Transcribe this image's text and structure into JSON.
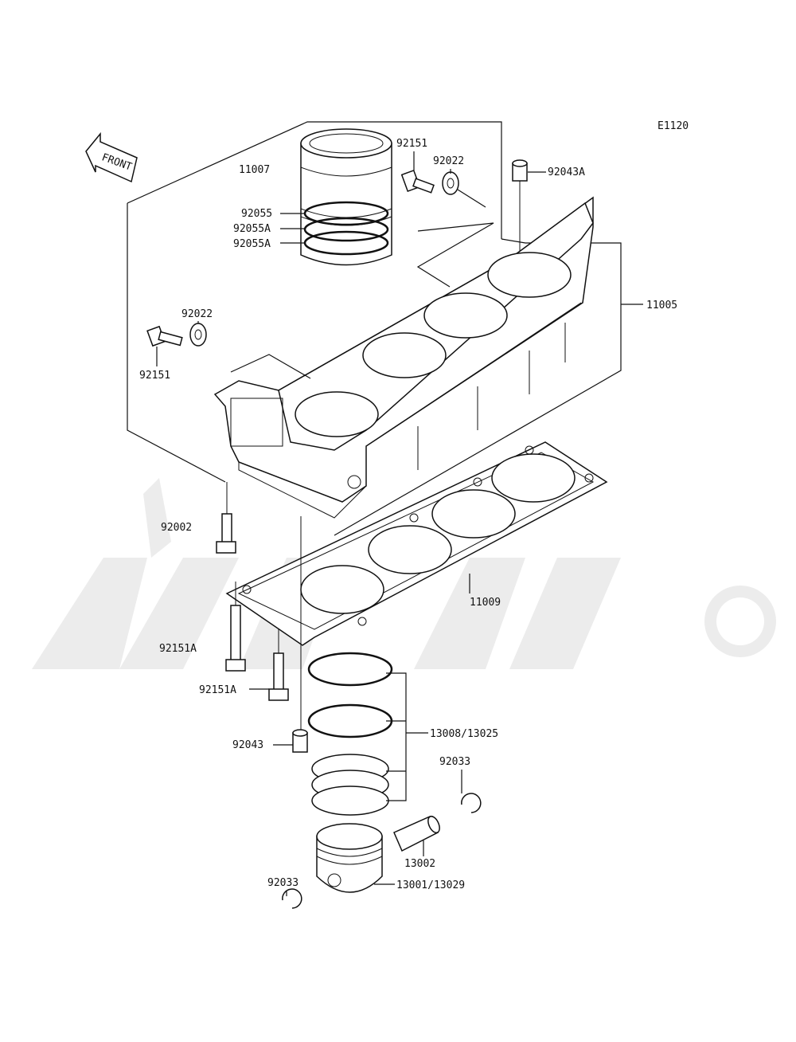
{
  "diagram": {
    "code": "E1120",
    "front_label": "FRONT"
  },
  "labels": {
    "cylinder_liner": "11007",
    "bolt_top": "92151",
    "washer_top": "92022",
    "dowel_top": "92043A",
    "cylinder_block": "11005",
    "ring_a": "92055",
    "ring_b": "92055A",
    "ring_c": "92055A",
    "washer_left": "92022",
    "bolt_left": "92151",
    "stud": "92002",
    "gasket": "11009",
    "bolt_a": "92151A",
    "bolt_b": "92151A",
    "piston_rings": "13008/13025",
    "dowel": "92043",
    "circlip_right": "92033",
    "piston_pin": "13002",
    "circlip_left": "92033",
    "piston": "13001/13029"
  },
  "colors": {
    "line": "#111111",
    "watermark": "#ececec",
    "background": "#ffffff"
  }
}
